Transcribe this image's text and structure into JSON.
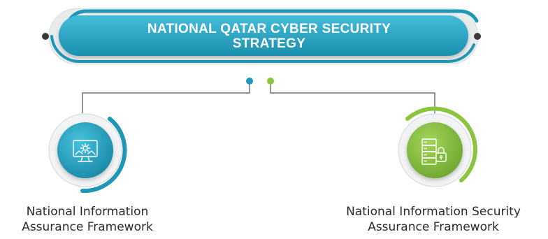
{
  "header": {
    "title_line1": "NATIONAL QATAR CYBER SECURITY",
    "title_line2": "STRATEGY"
  },
  "nodes": [
    {
      "label_line1": "National Information",
      "label_line2": "Assurance Framework",
      "icon": "monitor-gear-icon",
      "color": "#1e97b5"
    },
    {
      "label_line1": "National Information Security",
      "label_line2": "Assurance Framework",
      "icon": "server-lock-icon",
      "color": "#8cc43f"
    }
  ],
  "colors": {
    "teal": "#1e97b5",
    "teal_light": "#3fb7d4",
    "green": "#8cc43f",
    "connector": "#555555"
  }
}
